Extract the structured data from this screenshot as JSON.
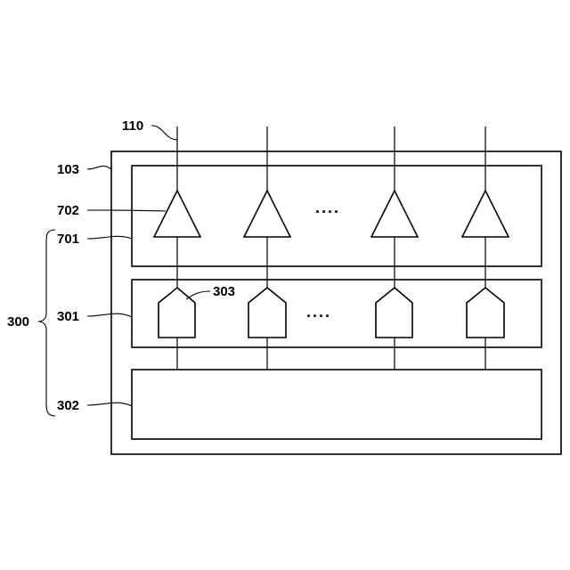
{
  "labels": {
    "signal_line": "110",
    "outer_block": "103",
    "amplifier": "702",
    "amplifier_block": "701",
    "group": "300",
    "pixel_block": "301",
    "pentagon_element": "303",
    "bottom_block": "302"
  },
  "ellipsis": {
    "amplifier_row": "····",
    "element_row": "····"
  }
}
